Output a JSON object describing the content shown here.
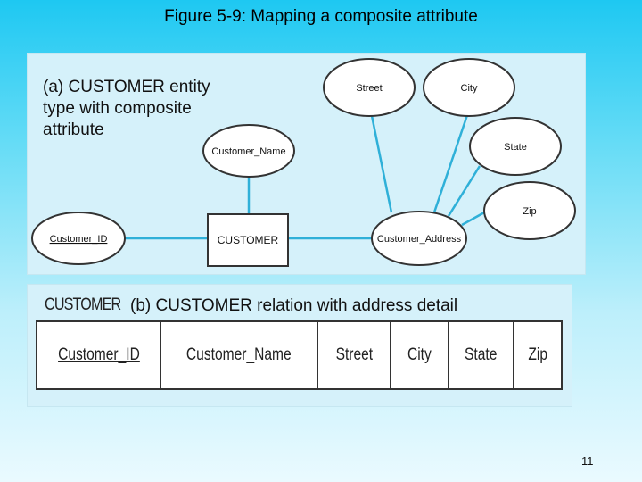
{
  "title": "Figure 5-9: Mapping a composite attribute",
  "panel_a": {
    "caption": "(a) CUSTOMER entity type with composite attribute",
    "entity": "CUSTOMER",
    "attributes": {
      "customer_id": "Customer_ID",
      "customer_name": "Customer_Name",
      "customer_address": "Customer_Address",
      "street": "Street",
      "city": "City",
      "state": "State",
      "zip": "Zip"
    },
    "key_attribute": "Customer_ID"
  },
  "panel_b": {
    "relation_name": "CUSTOMER",
    "caption": "(b) CUSTOMER relation with address detail",
    "columns": [
      "Customer_ID",
      "Customer_Name",
      "Street",
      "City",
      "State",
      "Zip"
    ],
    "primary_key": "Customer_ID"
  },
  "page_number": "11"
}
